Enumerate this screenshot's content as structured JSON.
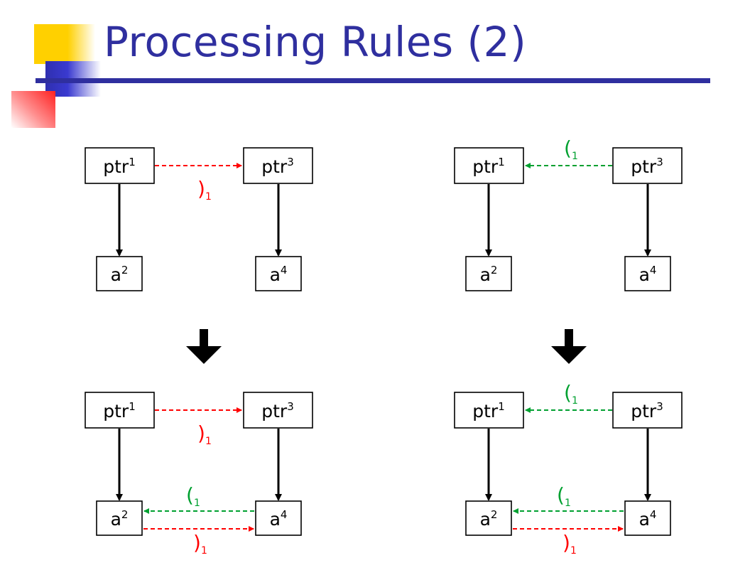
{
  "title": "Processing Rules (2)",
  "colors": {
    "title": "#2f2f9f",
    "close_paren": "#ff0000",
    "open_paren": "#00a030",
    "accent_yellow": "#ffd000",
    "accent_blue": "#2f2fb0",
    "accent_red": "#ff3030"
  },
  "labels": {
    "ptr1": {
      "base": "ptr",
      "sup": "1"
    },
    "ptr3": {
      "base": "ptr",
      "sup": "3"
    },
    "a2": {
      "base": "a",
      "sup": "2"
    },
    "a4": {
      "base": "a",
      "sup": "4"
    },
    "close_paren": {
      "sym": ")",
      "sub": "1"
    },
    "open_paren": {
      "sym": "(",
      "sub": "1"
    }
  },
  "icons": {
    "transition": "down-arrow-icon"
  }
}
